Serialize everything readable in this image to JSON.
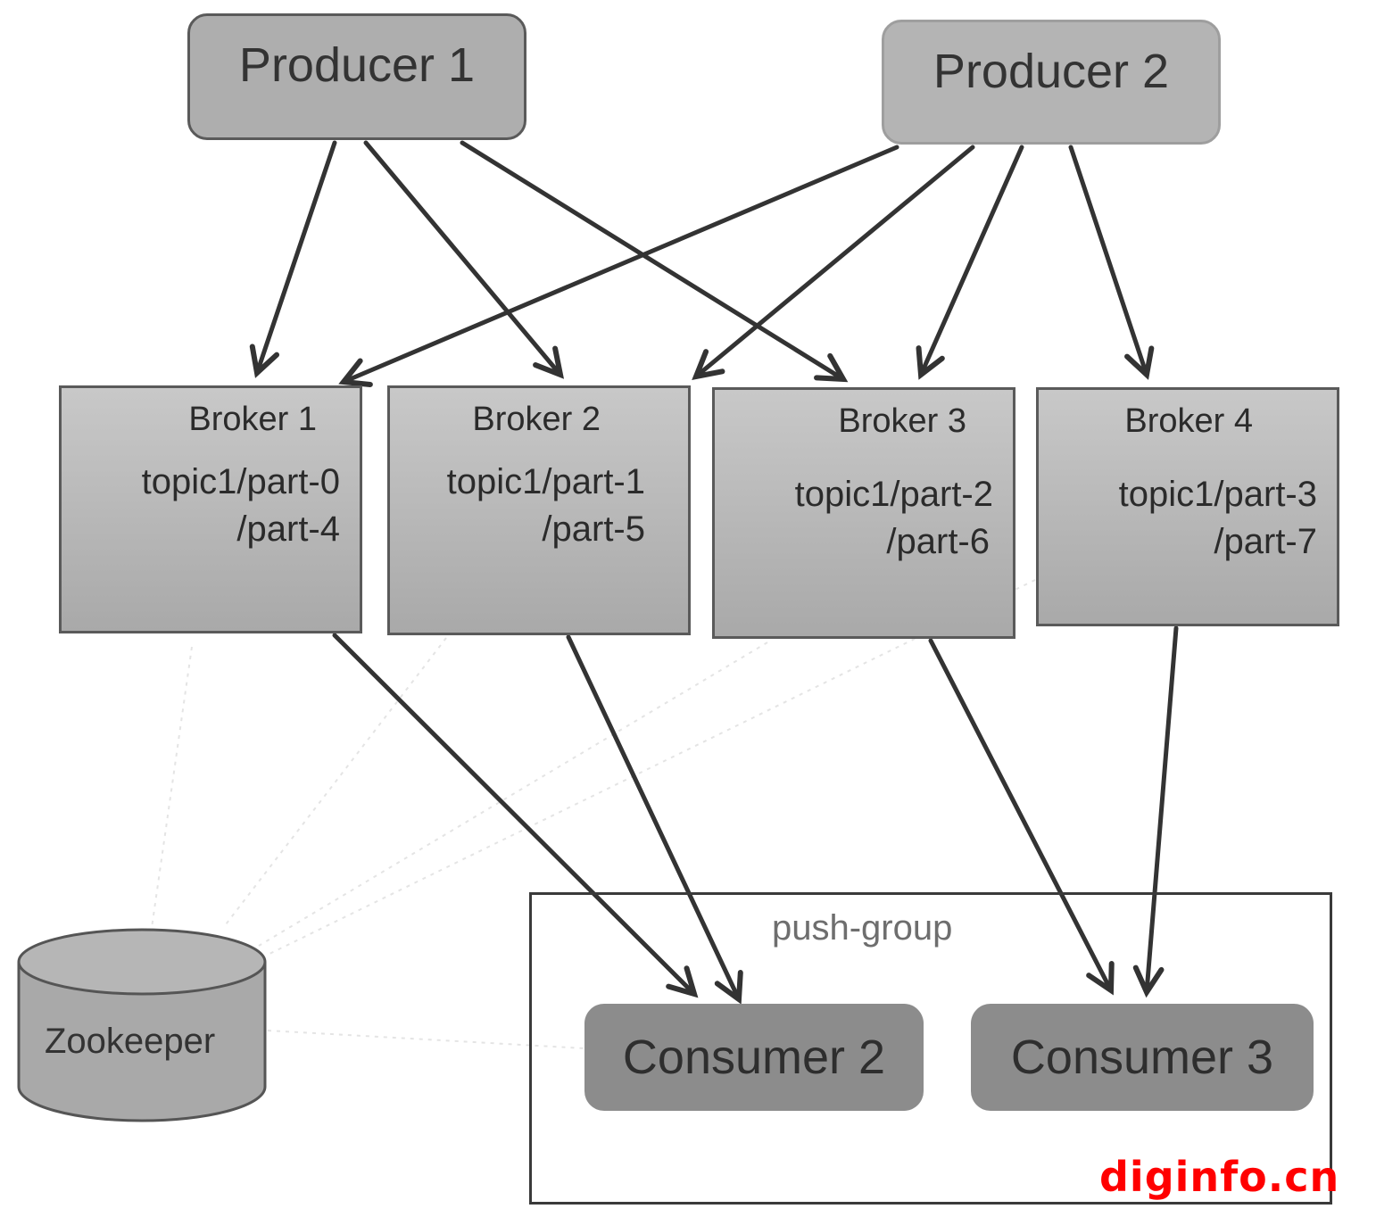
{
  "producers": [
    {
      "id": "producer-1",
      "label": "Producer 1"
    },
    {
      "id": "producer-2",
      "label": "Producer 2"
    }
  ],
  "brokers": [
    {
      "id": "broker-1",
      "title": "Broker 1",
      "line1": "topic1/part-0",
      "line2": "/part-4"
    },
    {
      "id": "broker-2",
      "title": "Broker 2",
      "line1": "topic1/part-1",
      "line2": "/part-5"
    },
    {
      "id": "broker-3",
      "title": "Broker 3",
      "line1": "topic1/part-2",
      "line2": "/part-6"
    },
    {
      "id": "broker-4",
      "title": "Broker 4",
      "line1": "topic1/part-3",
      "line2": "/part-7"
    }
  ],
  "consumer_group": {
    "label": "push-group",
    "consumers": [
      {
        "id": "consumer-2",
        "label": "Consumer 2"
      },
      {
        "id": "consumer-3",
        "label": "Consumer 3"
      }
    ]
  },
  "zookeeper": {
    "label": "Zookeeper"
  },
  "edges": [
    {
      "from": "producer-1",
      "to": "broker-1"
    },
    {
      "from": "producer-1",
      "to": "broker-2"
    },
    {
      "from": "producer-1",
      "to": "broker-3"
    },
    {
      "from": "producer-2",
      "to": "broker-1"
    },
    {
      "from": "producer-2",
      "to": "broker-2"
    },
    {
      "from": "producer-2",
      "to": "broker-3"
    },
    {
      "from": "producer-2",
      "to": "broker-4"
    },
    {
      "from": "broker-1",
      "to": "consumer-2"
    },
    {
      "from": "broker-2",
      "to": "consumer-2"
    },
    {
      "from": "broker-3",
      "to": "consumer-3"
    },
    {
      "from": "broker-4",
      "to": "consumer-3"
    }
  ],
  "watermark": "diginfo.cn"
}
